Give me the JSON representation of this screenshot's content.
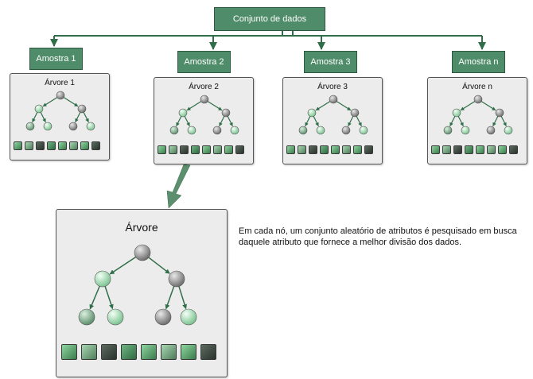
{
  "root": {
    "label": "Conjunto de dados"
  },
  "samples": [
    {
      "label": "Amostra 1",
      "tree_title": "Árvore 1"
    },
    {
      "label": "Amostra 2",
      "tree_title": "Árvore 2"
    },
    {
      "label": "Amostra 3",
      "tree_title": "Árvore 3"
    },
    {
      "label": "Amostra n",
      "tree_title": "Árvore n"
    }
  ],
  "zoom": {
    "tree_title": "Árvore"
  },
  "caption": "Em cada nó, um conjunto aleatório de atributos é pesquisado em busca daquele atributo que fornece a melhor divisão dos dados.",
  "colors": {
    "box_fill": "#4f8c69",
    "arrow": "#2f6e48",
    "node_gray": "#9a9a9a",
    "node_green": "#b8e6c4",
    "panel_fill": "#ececec"
  }
}
